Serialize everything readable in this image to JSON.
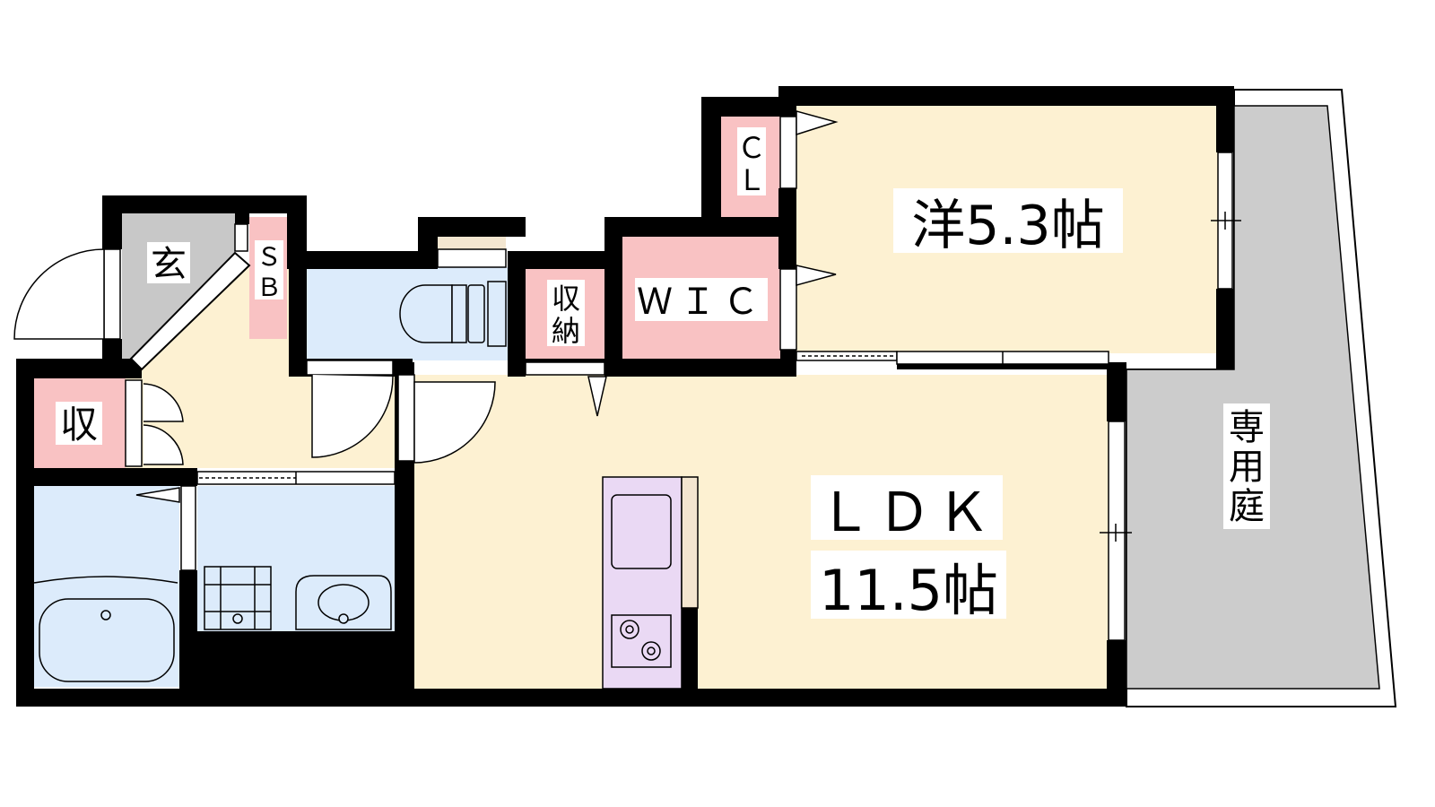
{
  "labels": {
    "western_room": "洋5.3帖",
    "ldk_title": "ＬＤＫ",
    "ldk_size": "11.5帖",
    "wic": "ＷＩＣ",
    "closet_c": "Ｃ",
    "closet_l": "Ｌ",
    "entrance": "玄",
    "shoebox_s": "Ｓ",
    "shoebox_b": "Ｂ",
    "storage_small": "収",
    "storage_shu": "収",
    "storage_nou": "納",
    "garden_1": "専",
    "garden_2": "用",
    "garden_3": "庭"
  },
  "colors": {
    "wall": "#000000",
    "living": "#fdf1d2",
    "storage": "#f9c2c3",
    "water": "#dcebfb",
    "entrance": "#c8c8c8",
    "garden": "#cccccc",
    "kitchen": "#ead9f4",
    "label_bg": "#ffffff"
  }
}
